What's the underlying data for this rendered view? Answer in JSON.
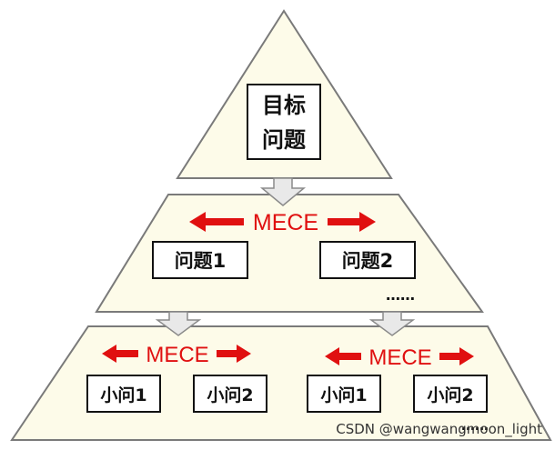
{
  "colors": {
    "pyramid_fill": "#fdfbe9",
    "pyramid_stroke": "#7a7a7a",
    "accent_red": "#e01010",
    "box_stroke": "#111111",
    "down_arrow_fill": "#e9e9e9"
  },
  "top": {
    "line1": "目标",
    "line2": "问题"
  },
  "middle": {
    "mece_label": "MECE",
    "box_left": "问题1",
    "box_right": "问题2",
    "ellipsis": "……"
  },
  "bottom": {
    "left_group": {
      "mece_label": "MECE",
      "box_left": "小问1",
      "box_right": "小问2"
    },
    "right_group": {
      "mece_label": "MECE",
      "box_left": "小问1",
      "box_right": "小问2"
    },
    "ellipsis": "……"
  },
  "watermark": "CSDN @wangwangmoon_light"
}
